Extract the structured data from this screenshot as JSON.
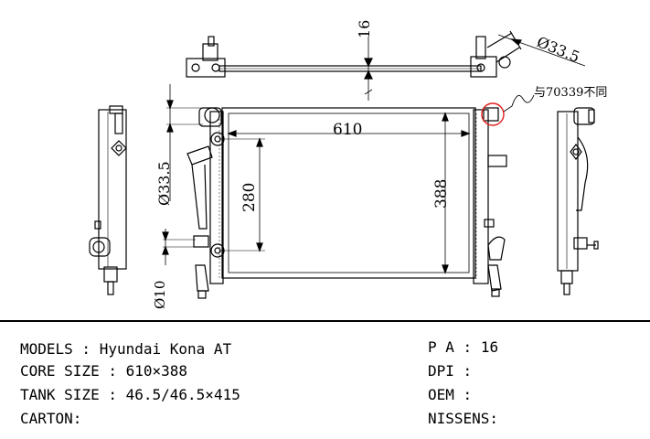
{
  "drawing": {
    "dimensions": {
      "width": "610",
      "height": "388",
      "inlet_outlet_spacing": "280",
      "inlet_diameter": "Ø33.5",
      "inlet_diameter_side": "Ø33.5",
      "small_pipe_diameter": "Ø10",
      "top_dim": "16"
    },
    "note": "与70339不同"
  },
  "specs": {
    "models_label": "MODELS :",
    "models_value": "Hyundai Kona AT",
    "core_label": "CORE SIZE :",
    "core_value": "610×388",
    "tank_label": "TANK SIZE :",
    "tank_value": "46.5/46.5×415",
    "carton_label": "CARTON:",
    "carton_value": "",
    "pa_label": "P A :",
    "pa_value": "16",
    "dpi_label": "DPI :",
    "dpi_value": "",
    "oem_label": "OEM :",
    "oem_value": "",
    "nissens_label": "NISSENS:",
    "nissens_value": ""
  }
}
